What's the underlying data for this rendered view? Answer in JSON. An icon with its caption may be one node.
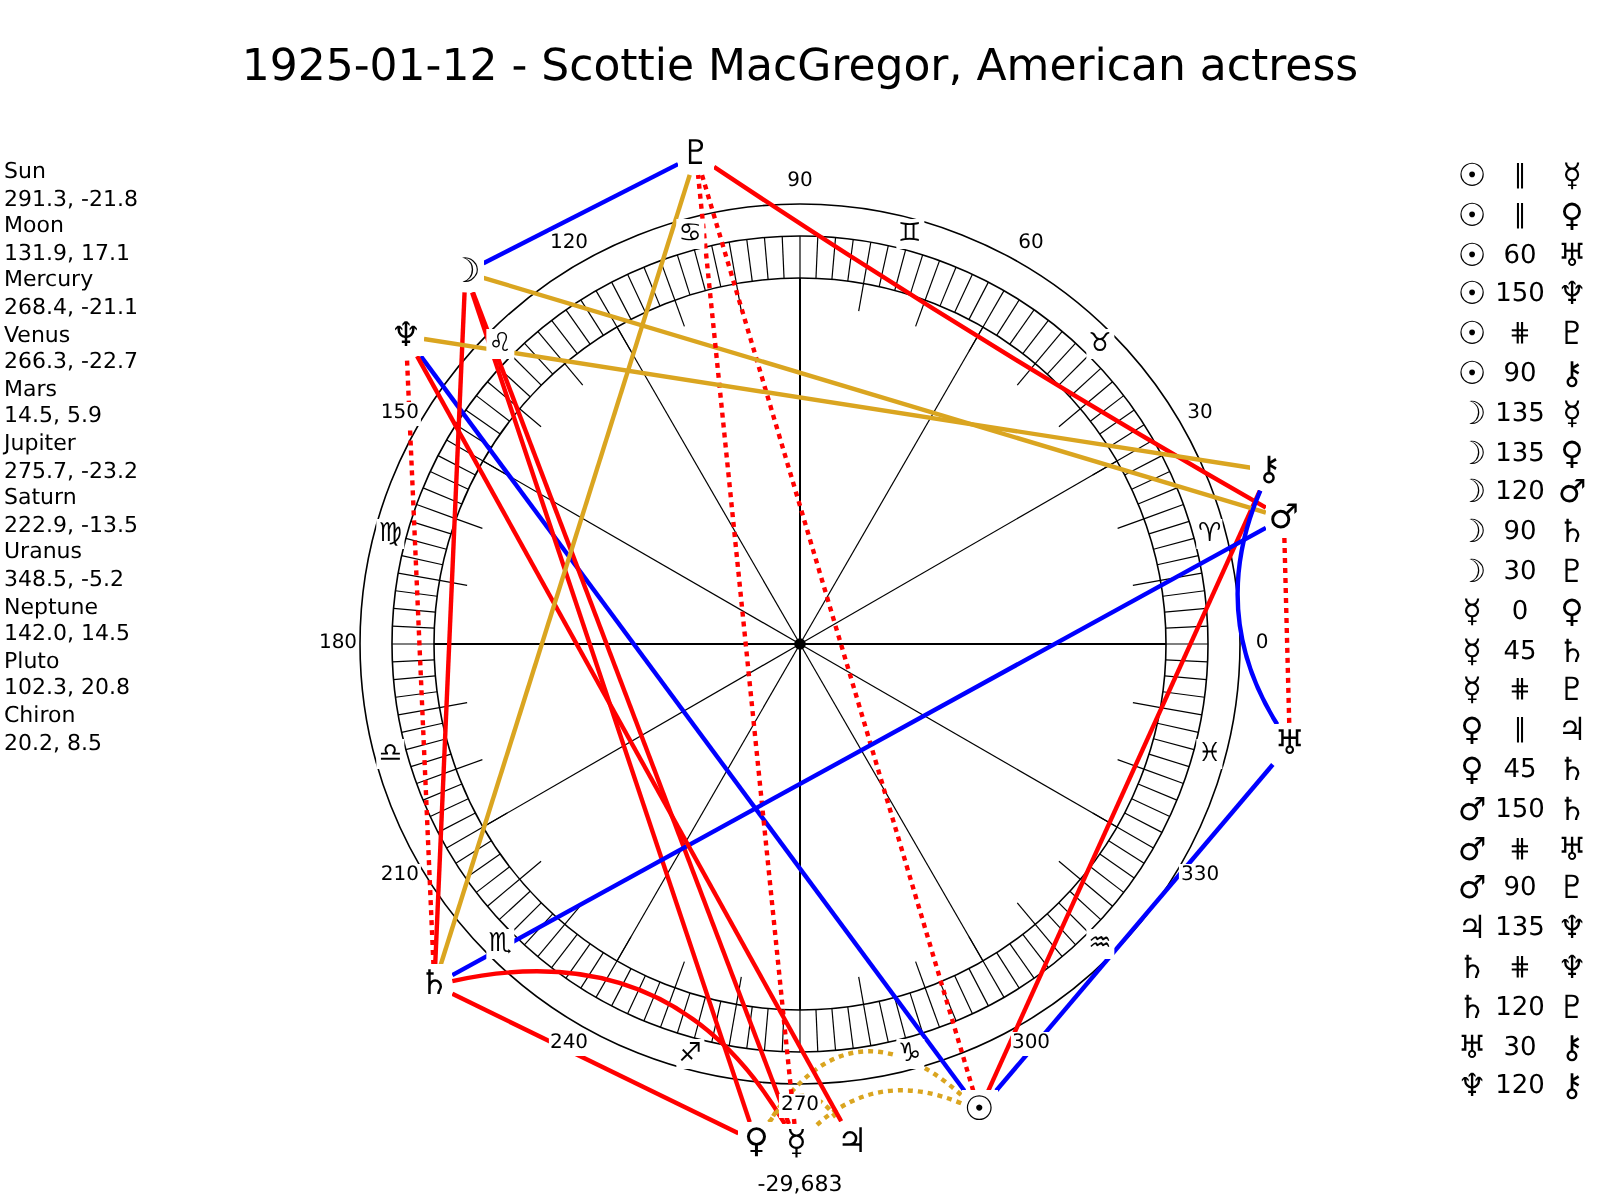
{
  "diagram": {
    "title": "1925-01-12 - Scottie MacGregor, American actress",
    "nodes": [
      {
        "text": [
          "☉"
        ]
      },
      {
        "text": [
          "☽"
        ]
      },
      {
        "text": [
          "☿"
        ]
      },
      {
        "text": [
          "♀"
        ]
      },
      {
        "text": [
          "♂"
        ]
      },
      {
        "text": [
          "♃"
        ]
      },
      {
        "text": [
          "♄"
        ]
      },
      {
        "text": [
          "♅"
        ]
      },
      {
        "text": [
          "♆"
        ]
      },
      {
        "text": [
          "♇"
        ]
      },
      {
        "text": [
          "⚷"
        ]
      }
    ],
    "edges": [
      {
        "from": 0,
        "to": 2,
        "arrow": "none",
        "style": "dashed",
        "color": "#daa520"
      },
      {
        "from": 0,
        "to": 3,
        "arrow": "none",
        "style": "dashed",
        "color": "#daa520"
      },
      {
        "from": 0,
        "to": 7,
        "arrow": "none",
        "color": "#0000ff"
      },
      {
        "from": 0,
        "to": 8,
        "arrow": "none",
        "color": "#0000ff"
      },
      {
        "from": 0,
        "to": 9,
        "arrow": "none",
        "style": "dashed"
      },
      {
        "from": 0,
        "to": 10,
        "arrow": "none"
      },
      {
        "from": 1,
        "to": 2,
        "arrow": "none"
      },
      {
        "from": 1,
        "to": 3,
        "arrow": "none"
      },
      {
        "from": 1,
        "to": 4,
        "arrow": "none",
        "color": "#daa520"
      },
      {
        "from": 1,
        "to": 6,
        "arrow": "none"
      },
      {
        "from": 1,
        "to": 9,
        "arrow": "none",
        "color": "#0000ff"
      },
      {
        "from": 2,
        "to": 6,
        "arrow": "none"
      },
      {
        "from": 2,
        "to": 9,
        "arrow": "none",
        "style": "dashed"
      },
      {
        "from": 3,
        "to": 5,
        "arrow": "none",
        "style": "dashed",
        "color": "#daa520"
      },
      {
        "from": 3,
        "to": 6,
        "arrow": "none"
      },
      {
        "from": 4,
        "to": 6,
        "arrow": "none",
        "color": "#0000ff"
      },
      {
        "from": 4,
        "to": 7,
        "arrow": "none",
        "style": "dashed"
      },
      {
        "from": 4,
        "to": 9,
        "arrow": "none"
      },
      {
        "from": 5,
        "to": 8,
        "arrow": "none"
      },
      {
        "from": 6,
        "to": 8,
        "arrow": "none",
        "style": "dashed"
      },
      {
        "from": 6,
        "to": 9,
        "arrow": "none",
        "color": "#daa520"
      },
      {
        "from": 7,
        "to": 10,
        "arrow": "none",
        "color": "#0000ff"
      },
      {
        "from": 8,
        "to": 10,
        "arrow": "none",
        "color": "#daa520"
      }
    ],
    "labels": [
      "Sun",
      "291.3, -21.8",
      "Moon",
      "131.9, 17.1",
      "Mercury",
      "268.4, -21.1",
      "Venus",
      "266.3, -22.7",
      "Mars",
      "14.5, 5.9",
      "Jupiter",
      "275.7, -23.2",
      "Saturn",
      "222.9, -13.5",
      "Uranus",
      "348.5, -5.2",
      "Neptune",
      "142.0, 14.5",
      "Pluto",
      "102.3, 20.8",
      "Chiron",
      "20.2, 8.5",
      "90",
      "120",
      "60",
      "150",
      "30",
      "180",
      "0",
      "210",
      "330",
      "240",
      "300",
      "270",
      "-29,683",
      "♋",
      "♊",
      "♌",
      "♉",
      "♍",
      "♈",
      "♎",
      "♓",
      "♏",
      "♒",
      "♐",
      "♑",
      "☉",
      "∥",
      "☿",
      "☉",
      "∥",
      "♀",
      "☉",
      "60",
      "♅",
      "☉",
      "150",
      "♆",
      "☉",
      "⋕",
      "♇",
      "☉",
      "90",
      "⚷",
      "☽",
      "135",
      "☿",
      "☽",
      "135",
      "♀",
      "☽",
      "120",
      "♂",
      "☽",
      "90",
      "♄",
      "☽",
      "30",
      "♇",
      "☿",
      "0",
      "♀",
      "☿",
      "45",
      "♄",
      "☿",
      "⋕",
      "♇",
      "♀",
      "∥",
      "♃",
      "♀",
      "45",
      "♄",
      "♂",
      "150",
      "♄",
      "♂",
      "⋕",
      "♅",
      "♂",
      "90",
      "♇",
      "♃",
      "135",
      "♆",
      "♄",
      "⋕",
      "♆",
      "♄",
      "120",
      "♇",
      "♅",
      "30",
      "⚷",
      "♆",
      "120",
      "⚷"
    ]
  }
}
